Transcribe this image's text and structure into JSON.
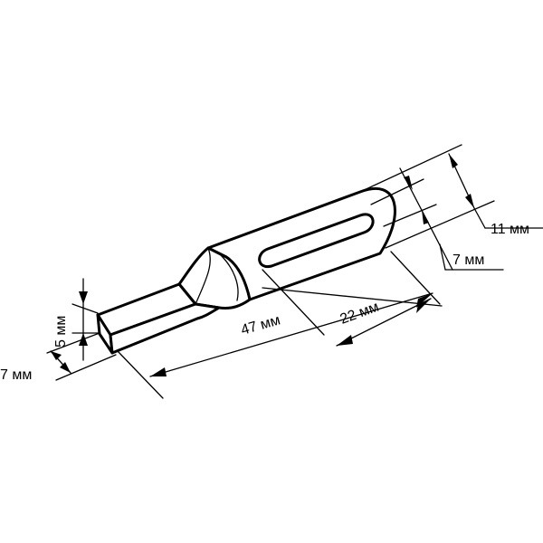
{
  "dimensions": {
    "total_length": "47 мм",
    "shank_length": "22 мм",
    "tip_thickness": "5 мм",
    "tip_width": "7 мм",
    "shank_diameter": "11 мм",
    "flat_width": "7 мм"
  }
}
